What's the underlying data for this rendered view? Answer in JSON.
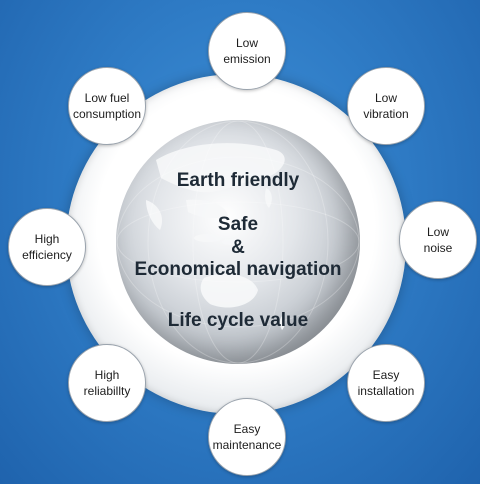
{
  "center": {
    "line1": "Earth friendly",
    "line2": "Safe",
    "line3": "&",
    "line4": "Economical navigation",
    "line5": "Life cycle value"
  },
  "nodes": [
    {
      "label": "Low\nemission"
    },
    {
      "label": "Low\nvibration"
    },
    {
      "label": "Low\nnoise"
    },
    {
      "label": "Easy\ninstallation"
    },
    {
      "label": "Easy\nmaintenance"
    },
    {
      "label": "High\nreliabillty"
    },
    {
      "label": "High\nefficiency"
    },
    {
      "label": "Low fuel\nconsumption"
    }
  ],
  "colors": {
    "background": "#2f7cc6",
    "text": "#1e2a36",
    "node_border": "#9aa3ad"
  }
}
